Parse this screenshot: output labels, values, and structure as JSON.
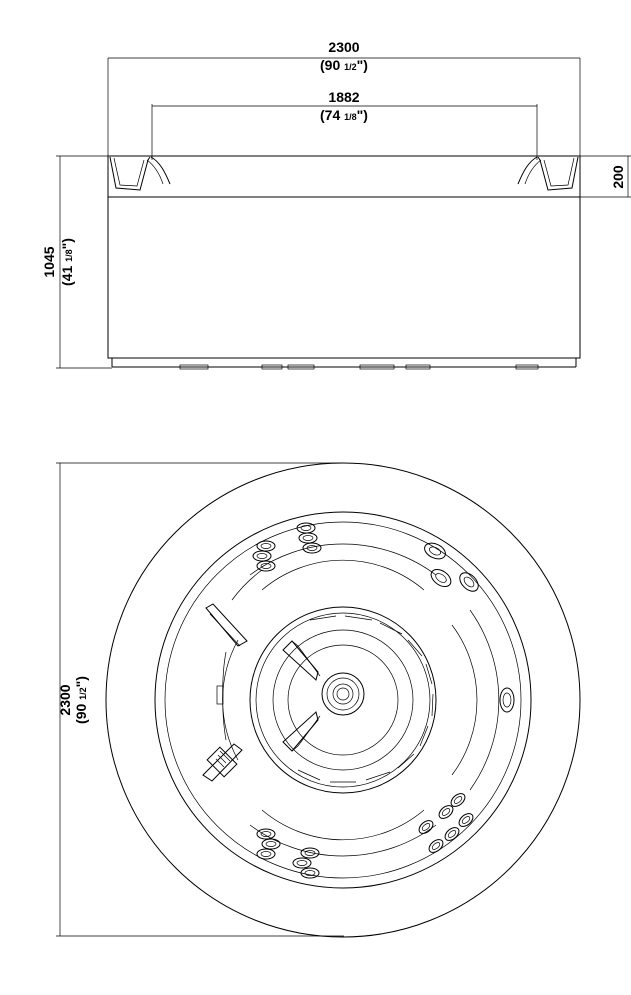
{
  "side_view": {
    "overall_width": {
      "mm": "2300",
      "inch_whole": "(90 ",
      "inch_frac": "1/2",
      "inch_close": "\")"
    },
    "inner_width": {
      "mm": "1882",
      "inch_whole": "(74 ",
      "inch_frac": "1/8",
      "inch_close": "\")"
    },
    "height": {
      "mm": "1045",
      "inch_whole": "(41 ",
      "inch_frac": "1/8",
      "inch_close": "\")"
    },
    "rim_height": {
      "mm": "200"
    }
  },
  "top_view": {
    "diameter": {
      "mm": "2300",
      "inch_whole": "(90 ",
      "inch_frac": "1/2",
      "inch_close": "\")"
    }
  }
}
